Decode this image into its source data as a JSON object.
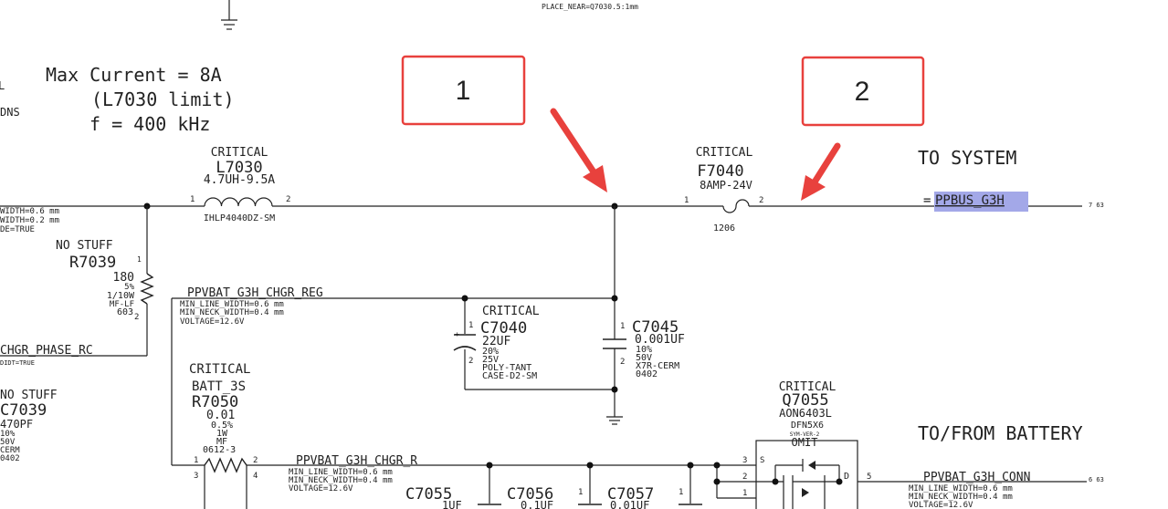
{
  "notes": {
    "place_near": "PLACE_NEAR=Q7030.5:1mm",
    "max_current": "Max Current = 8A",
    "limit": "(L7030 limit)",
    "freq": "f = 400 kHz",
    "left_cut_l": "L",
    "left_cut_dns": "DNS"
  },
  "callouts": [
    {
      "label": "1"
    },
    {
      "label": "2"
    }
  ],
  "colors": {
    "callout_border": "#e8413d",
    "arrow": "#e8413d",
    "highlight": "#a3a8e8"
  },
  "inductor": {
    "critical": "CRITICAL",
    "ref": "L7030",
    "value": "4.7UH-9.5A",
    "pkg": "IHLP4040DZ-SM",
    "pin1": "1",
    "pin2": "2"
  },
  "fuse": {
    "critical": "CRITICAL",
    "ref": "F7040",
    "value": "8AMP-24V",
    "pkg": "1206",
    "pin1": "1",
    "pin2": "2"
  },
  "to_system": "TO SYSTEM",
  "ppbus": {
    "prefix": "=",
    "name": "PPBUS_G3H",
    "pages": "7 63"
  },
  "left_props": [
    "WIDTH=0.6 mm",
    "WIDTH=0.2 mm",
    "DE=TRUE"
  ],
  "r7039": {
    "nostuff": "NO STUFF",
    "ref": "R7039",
    "pin1": "1",
    "value": "180",
    "tol": "5%",
    "power": "1/10W",
    "type": "MF-LF",
    "pkg": "603",
    "pin2": "2"
  },
  "chgr_net": {
    "name": "PPVBAT_G3H_CHGR_REG",
    "props": [
      "MIN_LINE_WIDTH=0.6 mm",
      "MIN_NECK_WIDTH=0.4 mm",
      "VOLTAGE=12.6V"
    ]
  },
  "c7040": {
    "critical": "CRITICAL",
    "ref": "C7040",
    "value": "22UF",
    "tol": "20%",
    "volt": "25V",
    "type": "POLY-TANT",
    "pkg": "CASE-D2-SM",
    "pin1": "1",
    "pin2": "2",
    "plus": "+"
  },
  "c7045": {
    "ref": "C7045",
    "value": "0.001UF",
    "tol": "10%",
    "volt": "50V",
    "type": "X7R-CERM",
    "pkg": "0402",
    "pin1": "1",
    "pin2": "2"
  },
  "chgr_phase": {
    "name": "CHGR_PHASE_RC",
    "prop": "DIDT=TRUE"
  },
  "c7039": {
    "nostuff": "NO STUFF",
    "ref": "C7039",
    "value": "470PF",
    "tol": "10%",
    "volt": "50V",
    "type": "CERM",
    "pkg": "0402"
  },
  "r7050": {
    "critical": "CRITICAL",
    "ref_a": "BATT_3S",
    "ref": "R7050",
    "value": "0.01",
    "tol": "0.5%",
    "power": "1W",
    "type": "MF",
    "pkg": "0612-3",
    "p1": "1",
    "p2": "2",
    "p3": "3",
    "p4": "4"
  },
  "chgr_r_net": {
    "name": "PPVBAT_G3H_CHGR_R",
    "props": [
      "MIN_LINE_WIDTH=0.6 mm",
      "MIN_NECK_WIDTH=0.4 mm",
      "VOLTAGE=12.6V"
    ]
  },
  "bottom_caps": [
    {
      "ref": "C7055",
      "value": "1UF",
      "pin": ""
    },
    {
      "ref": "C7056",
      "value": "0.1UF",
      "pin": "1"
    },
    {
      "ref": "C7057",
      "value": "0.01UF",
      "pin": "1"
    }
  ],
  "q7055": {
    "critical": "CRITICAL",
    "ref": "Q7055",
    "value": "AON6403L",
    "pkg": "DFN5X6",
    "sym": "SYM-VER-2",
    "omit": "OMIT",
    "s": "S",
    "d": "D",
    "p3": "3",
    "p2": "2",
    "p1": "1",
    "p5": "5"
  },
  "to_battery": "TO/FROM BATTERY",
  "batt_net": {
    "name": "PPVBAT_G3H_CONN",
    "pages": "6 63",
    "props": [
      "MIN_LINE_WIDTH=0.6 mm",
      "MIN_NECK_WIDTH=0.4 mm",
      "VOLTAGE=12.6V"
    ]
  }
}
